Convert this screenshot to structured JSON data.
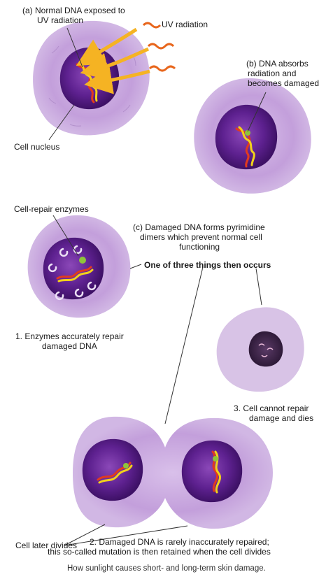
{
  "labels": {
    "a_line1": "(a) Normal DNA exposed to",
    "a_line2": "UV radiation",
    "uv": "UV radiation",
    "nucleus": "Cell nucleus",
    "b_line1": "(b) DNA absorbs",
    "b_line2": "radiation and",
    "b_line3": "becomes damaged",
    "enzymes": "Cell-repair enzymes",
    "c_line1": "(c) Damaged DNA forms pyrimidine",
    "c_line2": "dimers which prevent normal cell",
    "c_line3": "functioning",
    "occurs": "One of three things then occurs",
    "o1_line1": "1. Enzymes accurately repair",
    "o1_line2": "damaged DNA",
    "o3_line1": "3. Cell cannot repair",
    "o3_line2": "damage and dies",
    "divides": "Cell later divides",
    "o2_line1": "2. Damaged DNA is rarely inaccurately repaired;",
    "o2_line2": "this so-called mutation is then retained when the cell divides"
  },
  "caption": "How sunlight causes short- and long-term skin damage.",
  "colors": {
    "cytoplasm": "#c8a6dc",
    "cytoplasm_edge": "#b48ccc",
    "nucleus": "#5a1e86",
    "nucleus_core": "#7a3aa8",
    "dna_red": "#e23a1e",
    "dna_yellow": "#f2d21a",
    "dna_green": "#8fc43a",
    "uv_arrow": "#f5b323",
    "uv_wave": "#e8661c",
    "enzyme": "#e8d8f2",
    "lines": "#333333"
  }
}
